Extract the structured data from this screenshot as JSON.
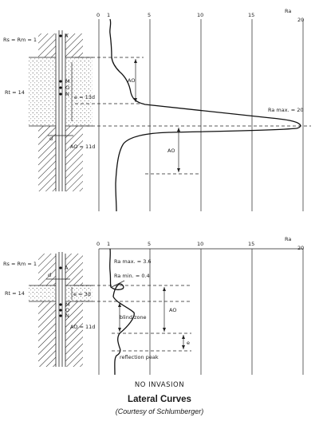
{
  "top_panel": {
    "axis_ticks": [
      "0",
      "1",
      "5",
      "10",
      "15",
      "20"
    ],
    "axis_unit": "Ra",
    "labels": {
      "rs_rm": "Rs = Rm = 1",
      "rt": "Rt = 14",
      "electrode_a": "A",
      "electrode_m": "M",
      "electrode_o": "O",
      "electrode_n": "N",
      "spacing": "e = 13d",
      "diameter": "d",
      "ao_spacing": "AO = 11d",
      "ao_upper": "AO",
      "ao_lower": "AO",
      "ra_max": "Ra max. = 20"
    }
  },
  "bottom_panel": {
    "axis_ticks": [
      "0",
      "1",
      "5",
      "10",
      "15",
      "20"
    ],
    "axis_unit": "Ra",
    "labels": {
      "rs_rm": "Rs = Rm = 1",
      "rt": "Rt = 14",
      "electrode_a": "A",
      "electrode_m": "M",
      "electrode_o": "O",
      "electrode_n": "N",
      "diameter": "d",
      "spacing": "e = 3d",
      "ao_spacing": "AO = 11d",
      "ra_max": "Ra max. = 3.6",
      "ra_min": "Ra min. = 0.4",
      "ao": "AO",
      "blind_zone": "blind zone",
      "e_mark": "e",
      "reflection_peak": "reflection peak"
    }
  },
  "caption": {
    "no_invasion": "NO INVASION",
    "title": "Lateral Curves",
    "credit": "(Courtesy of Schlumberger)"
  }
}
